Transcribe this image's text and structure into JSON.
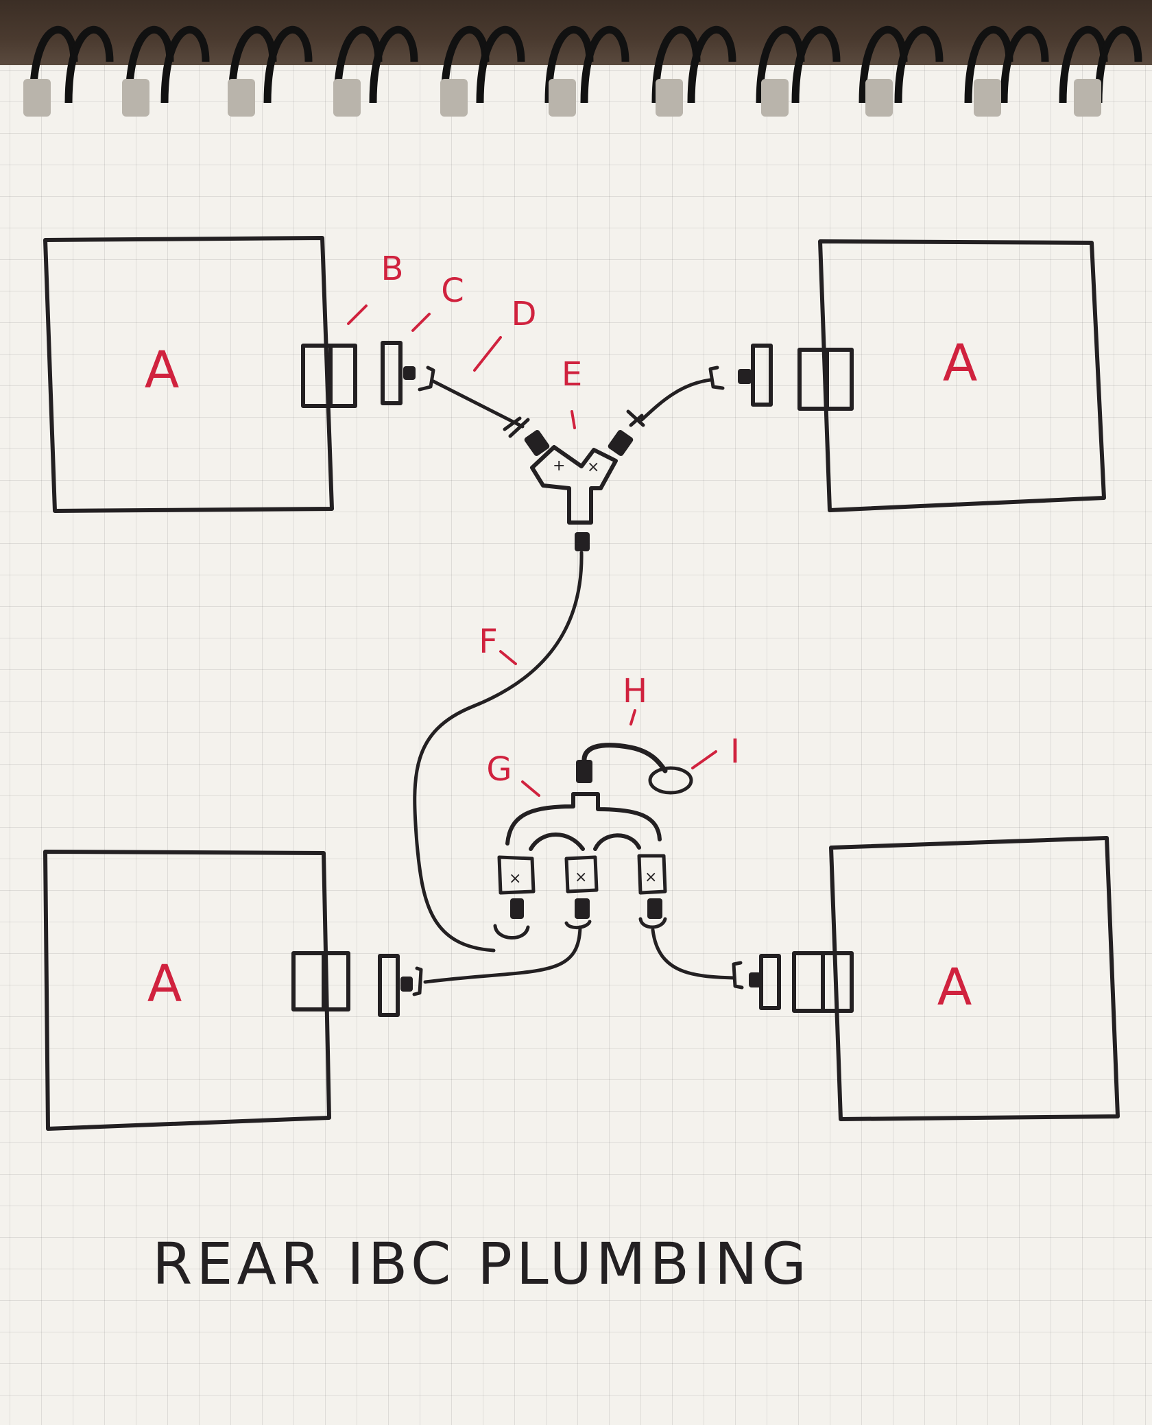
{
  "title": "REAR IBC PLUMBING",
  "tank_label": "A",
  "labels": {
    "B": "B",
    "C": "C",
    "D": "D",
    "E": "E",
    "F": "F",
    "G": "G",
    "H": "H",
    "I": "I"
  },
  "colors": {
    "ink": "#232022",
    "label_red": "#d0223e",
    "paper": "#f4f2ed"
  }
}
